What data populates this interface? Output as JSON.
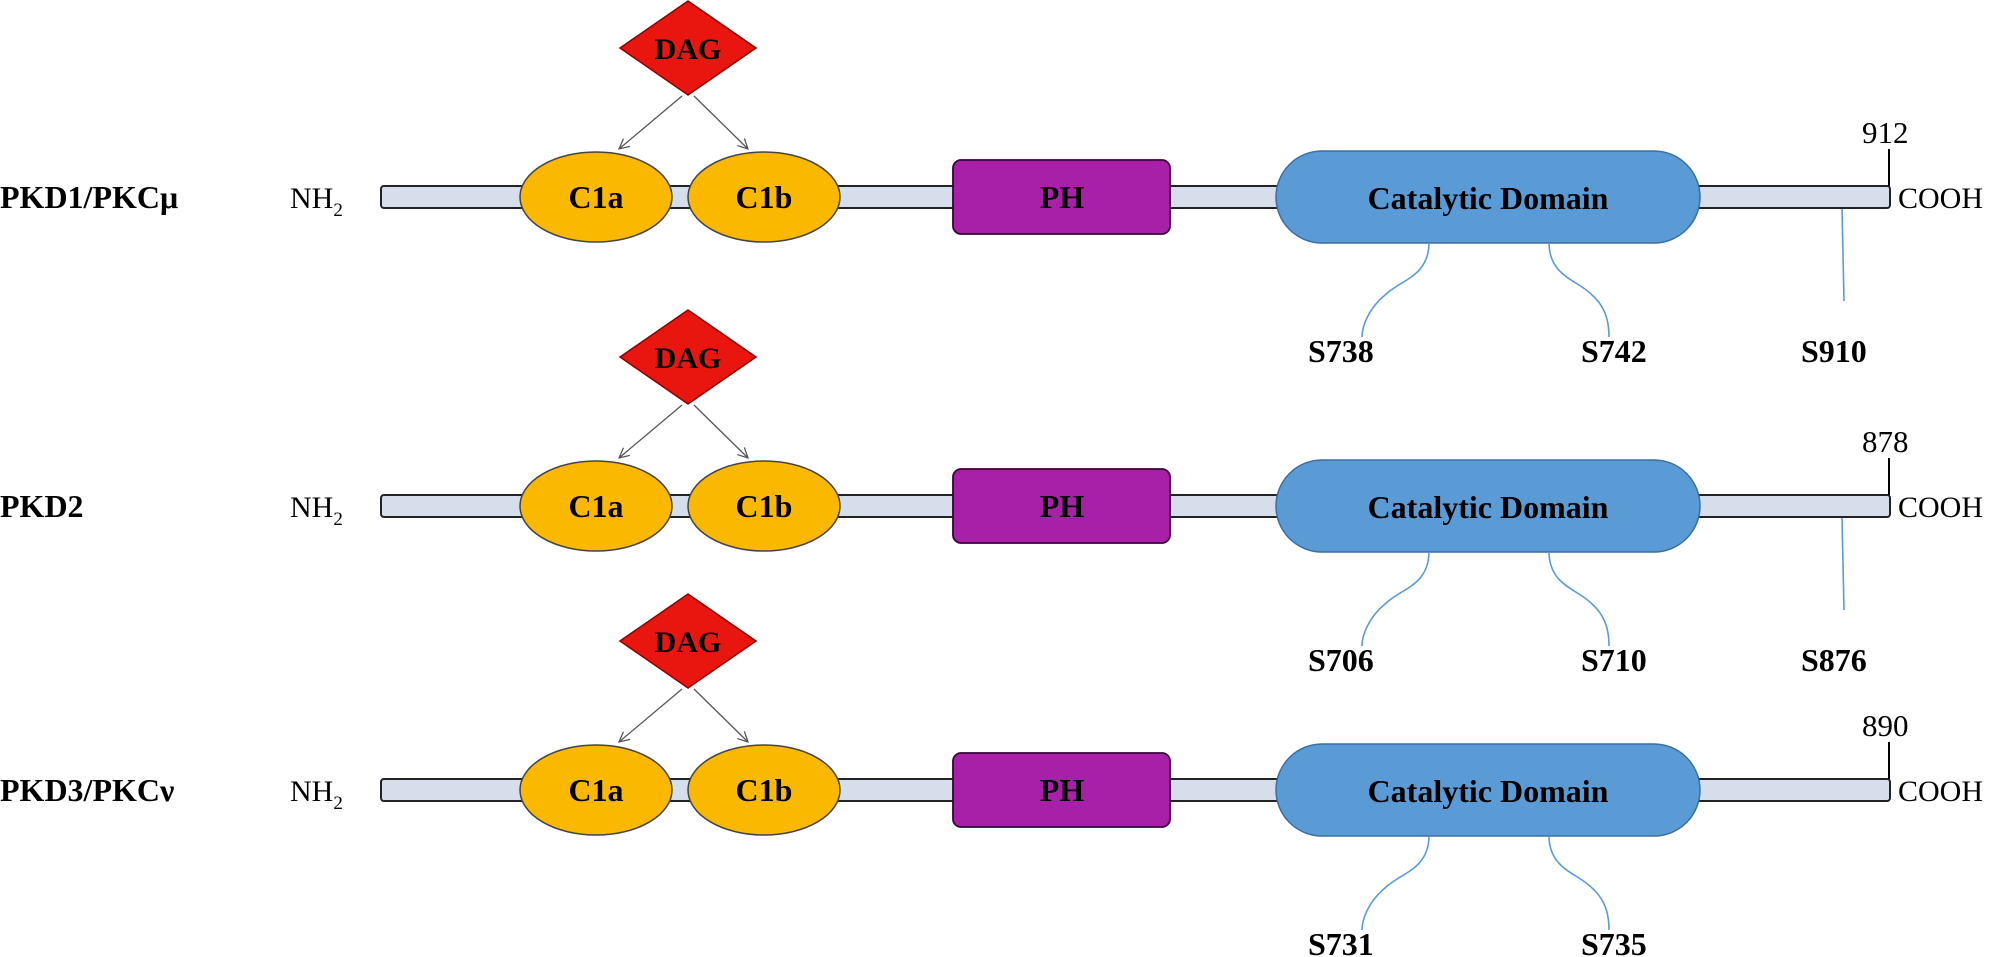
{
  "colors": {
    "dag": "#e8160f",
    "c1": "#fbb800",
    "ph": "#a81fa8",
    "catalytic": "#5b9bd5",
    "backbone": "#d5deea",
    "leader": "#5b9bd5"
  },
  "rows": [
    {
      "name": "PKD1/PKCμ",
      "nh2": "NH",
      "nh2_sub": "2",
      "cooh": "COOH",
      "length": "912",
      "dag": "DAG",
      "c1a": "C1a",
      "c1b": "C1b",
      "ph": "PH",
      "catalytic": "Catalytic Domain",
      "sites": [
        "S738",
        "S742",
        "S910"
      ]
    },
    {
      "name": "PKD2",
      "nh2": "NH",
      "nh2_sub": "2",
      "cooh": "COOH",
      "length": "878",
      "dag": "DAG",
      "c1a": "C1a",
      "c1b": "C1b",
      "ph": "PH",
      "catalytic": "Catalytic Domain",
      "sites": [
        "S706",
        "S710",
        "S876"
      ]
    },
    {
      "name": "PKD3/PKCν",
      "nh2": "NH",
      "nh2_sub": "2",
      "cooh": "COOH",
      "length": "890",
      "dag": "DAG",
      "c1a": "C1a",
      "c1b": "C1b",
      "ph": "PH",
      "catalytic": "Catalytic Domain",
      "sites": [
        "S731",
        "S735"
      ]
    }
  ]
}
